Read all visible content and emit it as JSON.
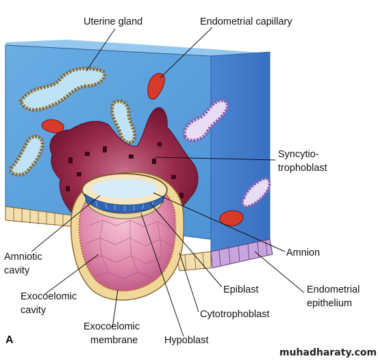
{
  "labels": {
    "uterine_gland": "Uterine gland",
    "endometrial_capillary": "Endometrial capillary",
    "syncytio_1": "Syncytio-",
    "syncytio_2": "trophoblast",
    "amniotic_1": "Amniotic",
    "amniotic_2": "cavity",
    "amnion": "Amnion",
    "epiblast": "Epiblast",
    "endo_epi_1": "Endometrial",
    "endo_epi_2": "epithelium",
    "exo_cavity_1": "Exocoelomic",
    "exo_cavity_2": "cavity",
    "cytotrophoblast": "Cytotrophoblast",
    "exo_membrane_1": "Exocoelomic",
    "exo_membrane_2": "membrane",
    "hypoblast": "Hypoblast"
  },
  "panel_letter": "A",
  "watermark": "muhadharaty.com",
  "colors": {
    "tissue_front": "#5aa0dc",
    "tissue_side": "#3f78c8",
    "tissue_top": "#8ac2ec",
    "syncytio": "#8a1e3c",
    "exocoelomic": "#e59ab6",
    "capillary": "#d83a2a",
    "epithelium": "#f3dfae",
    "side_epithelium": "#c8a6dc"
  }
}
